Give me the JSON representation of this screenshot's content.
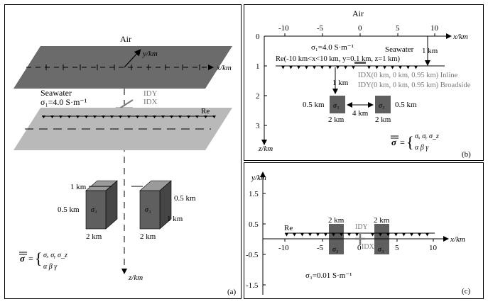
{
  "panel_a": {
    "tag": "(a)",
    "air": "Air",
    "y_axis": "y/km",
    "x_axis": "x/km",
    "seawater": "Seawater",
    "sigma1": "σ₁=4.0 S·m⁻¹",
    "idy": "IDY",
    "idx": "IDX",
    "re": "Re",
    "dim_1km": "1 km",
    "dim_05km_left": "0.5 km",
    "dim_2km_left": "2 km",
    "dim_05km_right": "0.5 km",
    "dim_1km_right": "1 km",
    "dim_2km_right": "2 km",
    "sigma3_left": "σ₃",
    "sigma3_right": "σ₃",
    "z_axis": "z/km",
    "tensor_symbol": "σ",
    "tensor_row1": "σₓ   σᵧ   σ_z",
    "tensor_row2": "α    β    γ"
  },
  "panel_b": {
    "tag": "(b)",
    "air": "Air",
    "x_ticks": [
      "-10",
      "-5",
      "0",
      "5",
      "10"
    ],
    "x_axis": "x/km",
    "z_ticks": [
      "0",
      "1",
      "2",
      "3"
    ],
    "z_axis": "z/km",
    "sigma1": "σ₁=4.0 S·m⁻¹",
    "seawater": "Seawater",
    "re_desc": "Re(-10 km<x<10 km, y=0.1 km, z=1 km)",
    "dist_1km_a": "1 km",
    "dist_1km_b": "1 km",
    "idx_desc": "IDX(0 km, 0 km, 0.95 km) Inline",
    "idy_desc": "IDY(0 km, 0 km, 0.95 km) Broadside",
    "w_05_left": "0.5 km",
    "w_05_right": "0.5 km",
    "gap": "4 km",
    "h_2km_left": "2 km",
    "h_2km_right": "2 km",
    "sigma3_left": "σ₃",
    "sigma3_right": "σ₃",
    "tensor_symbol": "σ",
    "tensor_row1": "σₓ   σᵧ   σ_z",
    "tensor_row2": "α    β    γ"
  },
  "panel_c": {
    "tag": "(c)",
    "y_axis": "y/km",
    "y_ticks": [
      "1.5",
      "0.5",
      "-0.5",
      "-1.5"
    ],
    "x_ticks": [
      "-10",
      "-5",
      "0",
      "5",
      "10"
    ],
    "x_axis": "x/km",
    "re": "Re",
    "w_2km_left": "2 km",
    "w_2km_right": "2 km",
    "idy": "IDY",
    "idx": "IDX",
    "sigma3_left": "σ₃",
    "sigma3_right": "σ₃",
    "sigma3_value": "σ₃=0.01 S·m⁻¹"
  },
  "colors": {
    "air_plane": "#6b6b6b",
    "sea_plane": "#b9b9b9",
    "block": "#5f5f5f",
    "block_top": "#9a9a9a",
    "block_side": "#454545",
    "label_gray": "#7a7a7a"
  }
}
